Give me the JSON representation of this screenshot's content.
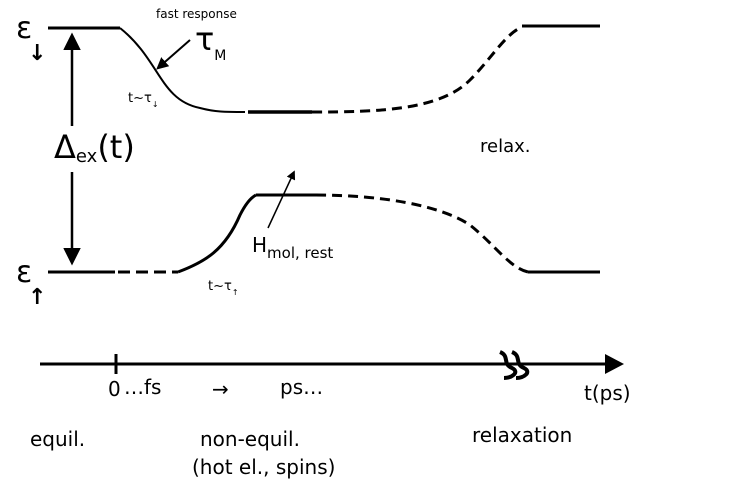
{
  "labels": {
    "eps_symbol": "ε",
    "down_arrow": "↓",
    "up_arrow": "↑",
    "fast_response": "fast response",
    "tau_symbol": "τ",
    "tau_sub_M": "M",
    "t_tau_down": "t~τ",
    "delta_symbol": "Δ",
    "delta_sub": "ex",
    "delta_t": "(t)",
    "relax": "relax.",
    "H_main": "H",
    "H_sub": "mol, rest",
    "t_tau_up": "t~τ",
    "timeline_zero": "0",
    "timeline_fs": "…fs",
    "timeline_arrow": "→",
    "timeline_ps": "ps…",
    "t_ps": "t(ps)",
    "equil": "equil.",
    "non_equil": "non-equil.",
    "hot_el": "(hot el., spins)",
    "relaxation": "relaxation"
  },
  "colors": {
    "ink": "#000000",
    "background": "#ffffff"
  }
}
